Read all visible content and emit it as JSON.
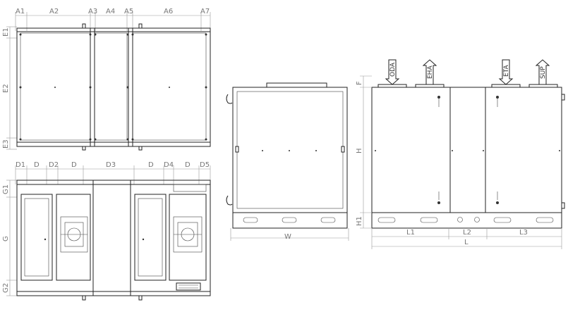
{
  "top_view": {
    "dims_top": [
      "A1",
      "A2",
      "A3",
      "A4",
      "A5",
      "A6",
      "A7"
    ],
    "dims_left": [
      "E1",
      "E2",
      "E3"
    ]
  },
  "front_view": {
    "dims_top": [
      "D1",
      "D",
      "D2",
      "D",
      "D3",
      "D",
      "D4",
      "D",
      "D5"
    ],
    "dims_left": [
      "G1",
      "G",
      "G2"
    ]
  },
  "side_view": {
    "dim_width": "W"
  },
  "rear_view": {
    "air_labels": [
      "ODA",
      "EHA",
      "ETA",
      "SUP"
    ],
    "dims_left": [
      "F",
      "H",
      "H1"
    ],
    "dims_bottom": [
      "L1",
      "L2",
      "L3"
    ],
    "dim_total": "L"
  },
  "colors": {
    "line": "#222222",
    "dimension": "#777777"
  }
}
